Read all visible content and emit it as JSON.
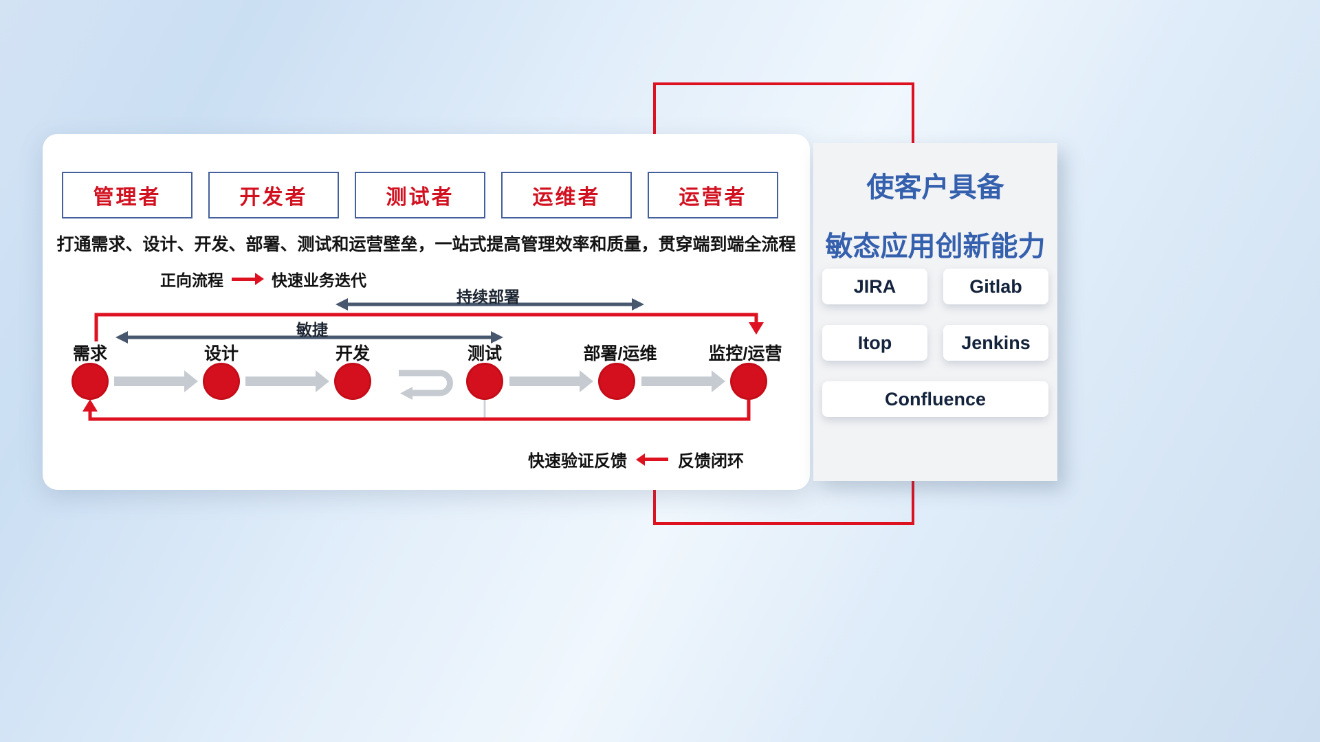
{
  "colors": {
    "red": "#dd1120",
    "title_blue": "#3460ad",
    "dark_arrow": "#47586e",
    "gray_arrow": "#c6cbd1"
  },
  "roles": [
    "管理者",
    "开发者",
    "测试者",
    "运维者",
    "运营者"
  ],
  "description": "打通需求、设计、开发、部署、测试和运营壁垒，一站式提高管理效率和质量，贯穿端到端全流程",
  "forward_legend": {
    "label": "正向流程",
    "value": "快速业务迭代"
  },
  "feedback_legend": {
    "label": "快速验证反馈",
    "value": "反馈闭环"
  },
  "flow": {
    "agile_label": "敏捷",
    "cd_label": "持续部署",
    "stages": [
      "需求",
      "设计",
      "开发",
      "测试",
      "部署/运维",
      "监控/运营"
    ]
  },
  "panel": {
    "title_line1": "使客户具备",
    "title_line2": "敏态应用创新能力",
    "tools": [
      "JIRA",
      "Gitlab",
      "Itop",
      "Jenkins",
      "Confluence"
    ]
  }
}
